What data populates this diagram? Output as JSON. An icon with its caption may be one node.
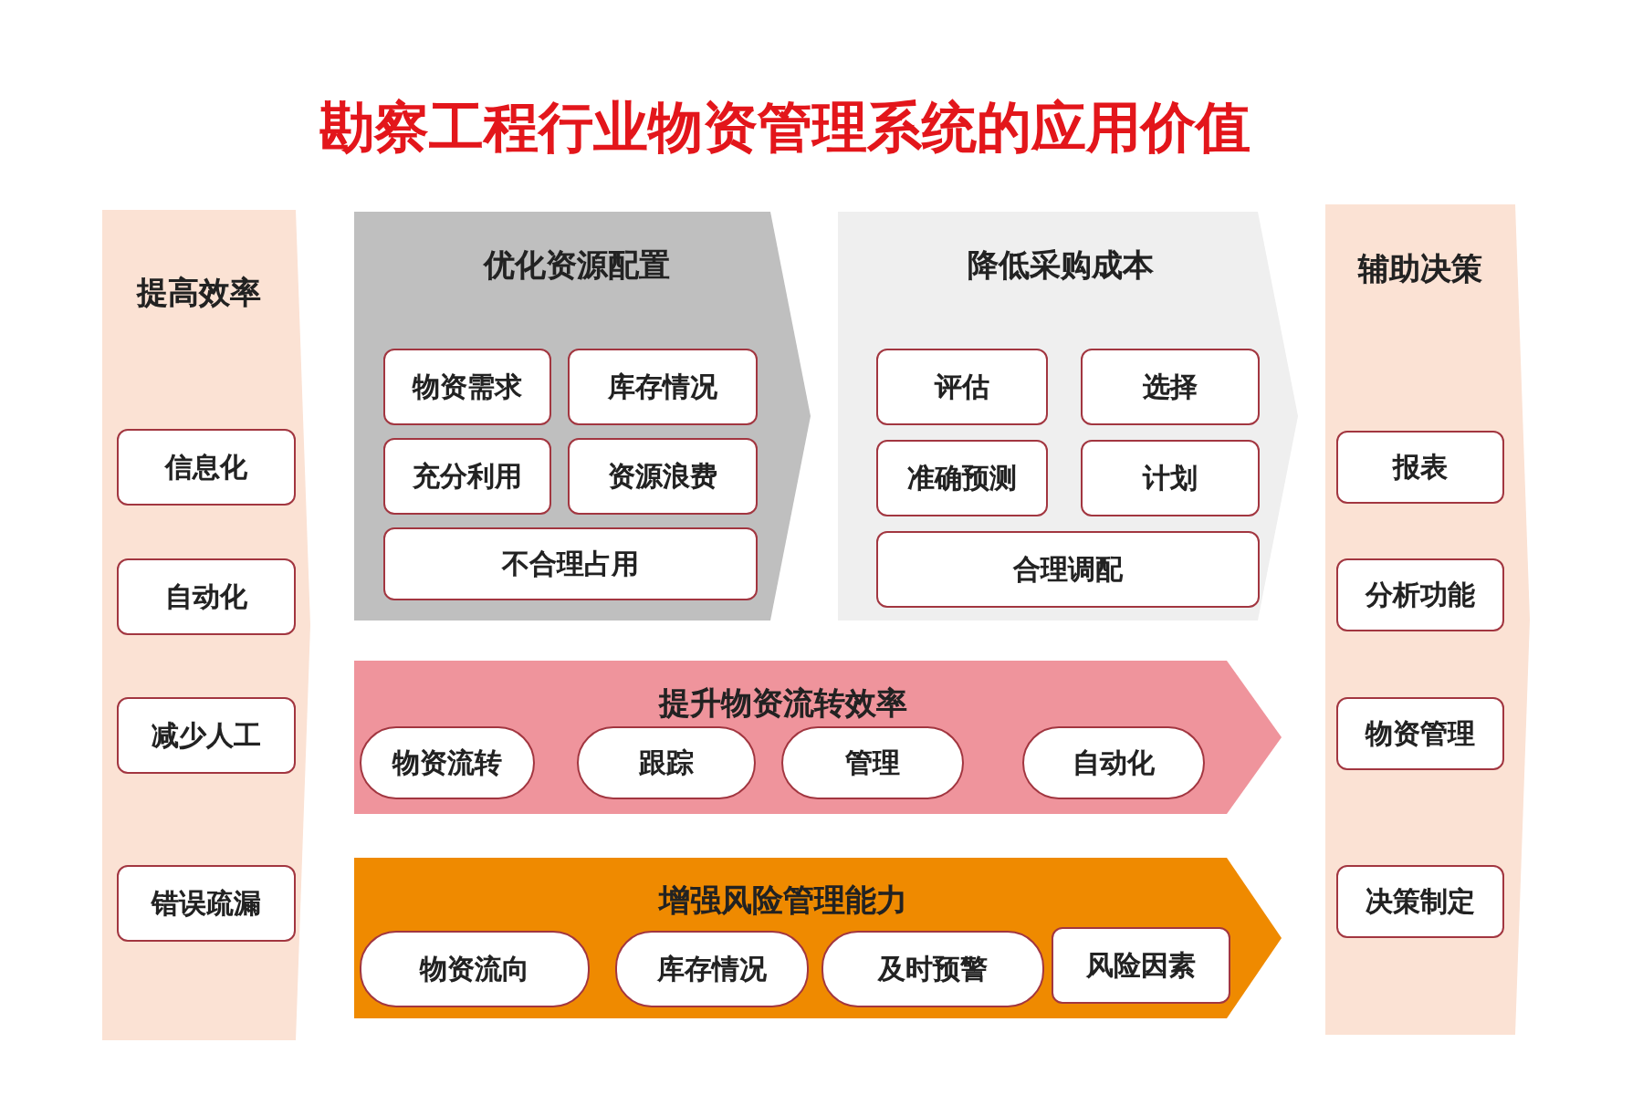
{
  "diagram": {
    "title": "勘察工程行业物资管理系统的应用价值",
    "nodes": [
      {
        "text": [
          "提高效率"
        ]
      },
      {
        "text": [
          "信息化"
        ],
        "in": 0
      },
      {
        "text": [
          "自动化"
        ],
        "in": 0
      },
      {
        "text": [
          "减少人工"
        ],
        "in": 0
      },
      {
        "text": [
          "错误疏漏"
        ],
        "in": 0
      },
      {
        "text": [
          "优化资源配置"
        ]
      },
      {
        "text": [
          "物资需求"
        ],
        "in": 5
      },
      {
        "text": [
          "库存情况"
        ],
        "in": 5
      },
      {
        "text": [
          "充分利用"
        ],
        "in": 5
      },
      {
        "text": [
          "资源浪费"
        ],
        "in": 5
      },
      {
        "text": [
          "不合理占用"
        ],
        "in": 5
      },
      {
        "text": [
          "降低采购成本"
        ]
      },
      {
        "text": [
          "评估"
        ],
        "in": 11
      },
      {
        "text": [
          "选择"
        ],
        "in": 11
      },
      {
        "text": [
          "准确预测"
        ],
        "in": 11
      },
      {
        "text": [
          "计划"
        ],
        "in": 11
      },
      {
        "text": [
          "合理调配"
        ],
        "in": 11
      },
      {
        "text": [
          "提升物资流转效率"
        ]
      },
      {
        "text": [
          "物资流转"
        ],
        "in": 17
      },
      {
        "text": [
          "跟踪"
        ],
        "in": 17
      },
      {
        "text": [
          "管理"
        ],
        "in": 17
      },
      {
        "text": [
          "自动化"
        ],
        "in": 17
      },
      {
        "text": [
          "增强风险管理能力"
        ]
      },
      {
        "text": [
          "物资流向"
        ],
        "in": 22
      },
      {
        "text": [
          "库存情况"
        ],
        "in": 22
      },
      {
        "text": [
          "及时预警"
        ],
        "in": 22
      },
      {
        "text": [
          "风险因素"
        ],
        "in": 22
      },
      {
        "text": [
          "辅助决策"
        ]
      },
      {
        "text": [
          "报表"
        ],
        "in": 27
      },
      {
        "text": [
          "分析功能"
        ],
        "in": 27
      },
      {
        "text": [
          "物资管理"
        ],
        "in": 27
      },
      {
        "text": [
          "决策制定"
        ],
        "in": 27
      }
    ],
    "edges": []
  }
}
